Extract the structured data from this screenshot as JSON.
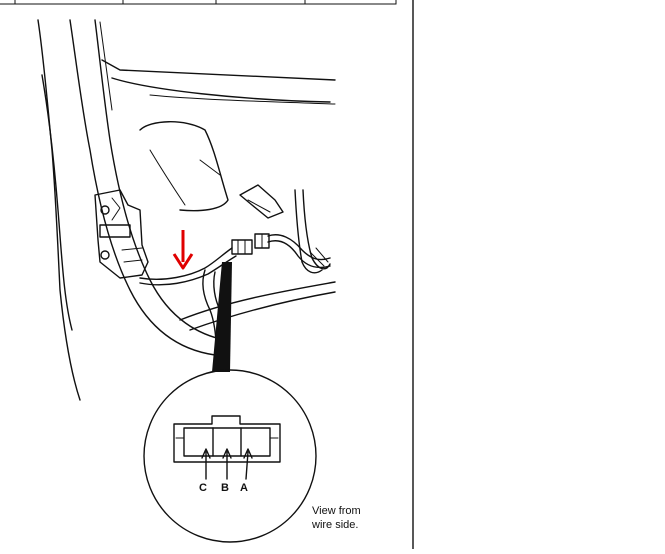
{
  "diagram": {
    "pin_labels": [
      "C",
      "B",
      "A"
    ],
    "caption_line1": "View from",
    "caption_line2": "wire side.",
    "arrow_color": "#e00000",
    "line_color": "#111111",
    "background": "#ffffff"
  }
}
